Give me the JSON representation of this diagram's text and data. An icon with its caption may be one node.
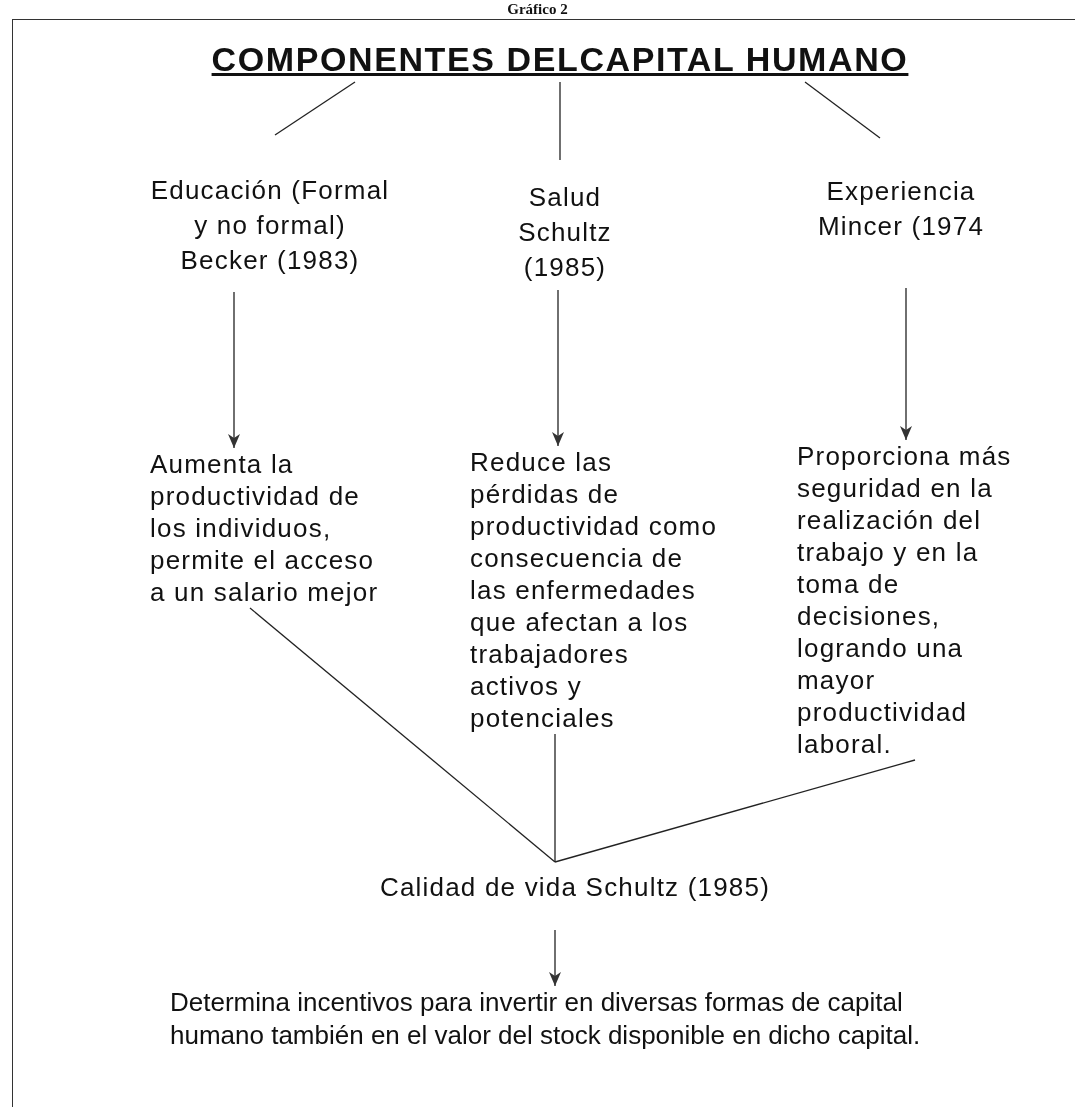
{
  "diagram": {
    "nodes": [
      {
        "text": [
          "COMPONENTES DELCAPITAL HUMANO"
        ]
      },
      {
        "text": [
          "Educación (Formal y no formal) Becker (1983)"
        ]
      },
      {
        "text": [
          "Salud Schultz (1985)"
        ]
      },
      {
        "text": [
          "Experiencia Mincer (1974"
        ]
      },
      {
        "text": [
          "Aumenta la productividad de los individuos, permite el acceso a un salario mejor"
        ]
      },
      {
        "text": [
          "Reduce las pérdidas de productividad como consecuencia de las enfermedades que afectan a los trabajadores activos y potenciales"
        ]
      },
      {
        "text": [
          "Proporciona más seguridad en la realización del trabajo y en la toma de decisiones, logrando una mayor productividad laboral."
        ]
      },
      {
        "text": [
          "Calidad de vida Schultz (1985)"
        ]
      },
      {
        "text": [
          "Determina incentivos para invertir en diversas formas de capital humano también en el valor del stock disponible en dicho capital."
        ]
      }
    ],
    "edges": [
      {
        "from": 0,
        "to": 1,
        "arrow": "none"
      },
      {
        "from": 0,
        "to": 2,
        "arrow": "none"
      },
      {
        "from": 0,
        "to": 3,
        "arrow": "none"
      },
      {
        "from": 1,
        "to": 4,
        "arrow": "to"
      },
      {
        "from": 2,
        "to": 5,
        "arrow": "to"
      },
      {
        "from": 3,
        "to": 6,
        "arrow": "to"
      },
      {
        "from": 4,
        "to": 7,
        "arrow": "none"
      },
      {
        "from": 5,
        "to": 7,
        "arrow": "none"
      },
      {
        "from": 6,
        "to": 7,
        "arrow": "none"
      },
      {
        "from": 7,
        "to": 8,
        "arrow": "to"
      }
    ],
    "labels": [
      "Gráfico 2"
    ]
  }
}
